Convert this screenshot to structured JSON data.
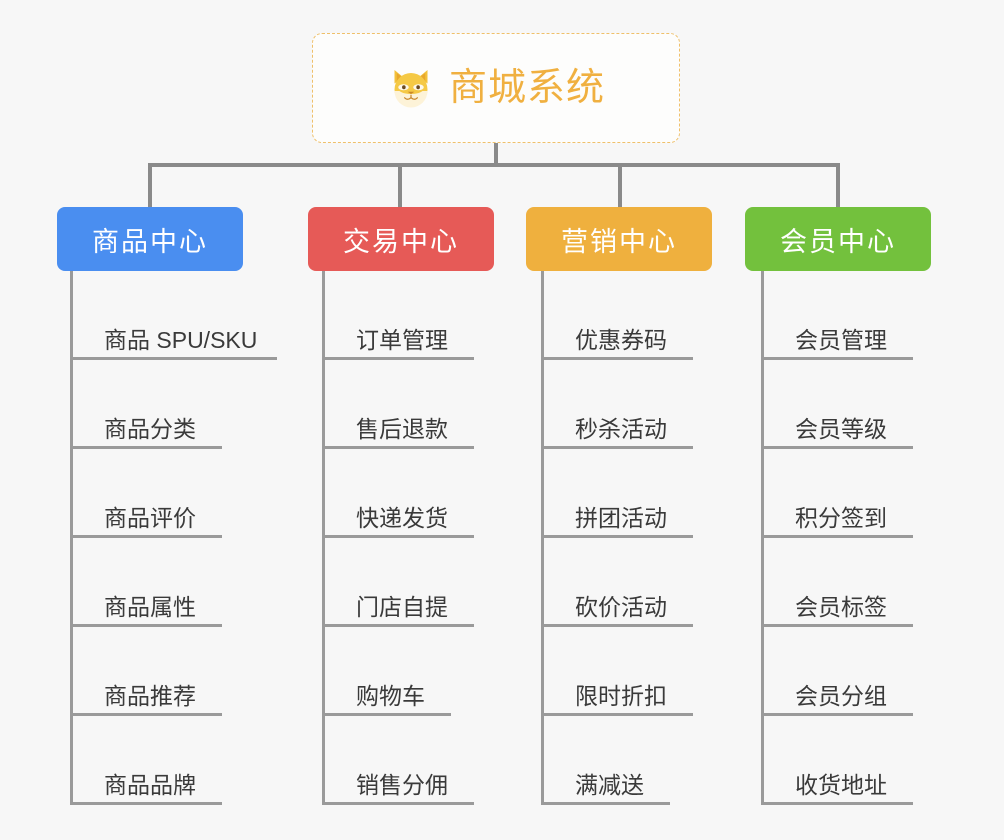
{
  "root": {
    "title": "商城系统",
    "icon": "shiba-inu-dog-emoji",
    "border_color": "#efc06a",
    "text_color": "#f0b040"
  },
  "canvas": {
    "background": "#f7f7f7",
    "connector_color": "#8a8a8a",
    "branch_line_color": "#9a9a9a"
  },
  "columns": [
    {
      "key": "product",
      "header": "商品中心",
      "color": "#4a8ef0",
      "items": [
        "商品 SPU/SKU",
        "商品分类",
        "商品评价",
        "商品属性",
        "商品推荐",
        "商品品牌"
      ]
    },
    {
      "key": "trade",
      "header": "交易中心",
      "color": "#e65a57",
      "items": [
        "订单管理",
        "售后退款",
        "快递发货",
        "门店自提",
        "购物车",
        "销售分佣"
      ]
    },
    {
      "key": "marketing",
      "header": "营销中心",
      "color": "#efb03e",
      "items": [
        "优惠券码",
        "秒杀活动",
        "拼团活动",
        "砍价活动",
        "限时折扣",
        "满减送"
      ]
    },
    {
      "key": "member",
      "header": "会员中心",
      "color": "#73c13d",
      "items": [
        "会员管理",
        "会员等级",
        "积分签到",
        "会员标签",
        "会员分组",
        "收货地址"
      ]
    }
  ]
}
